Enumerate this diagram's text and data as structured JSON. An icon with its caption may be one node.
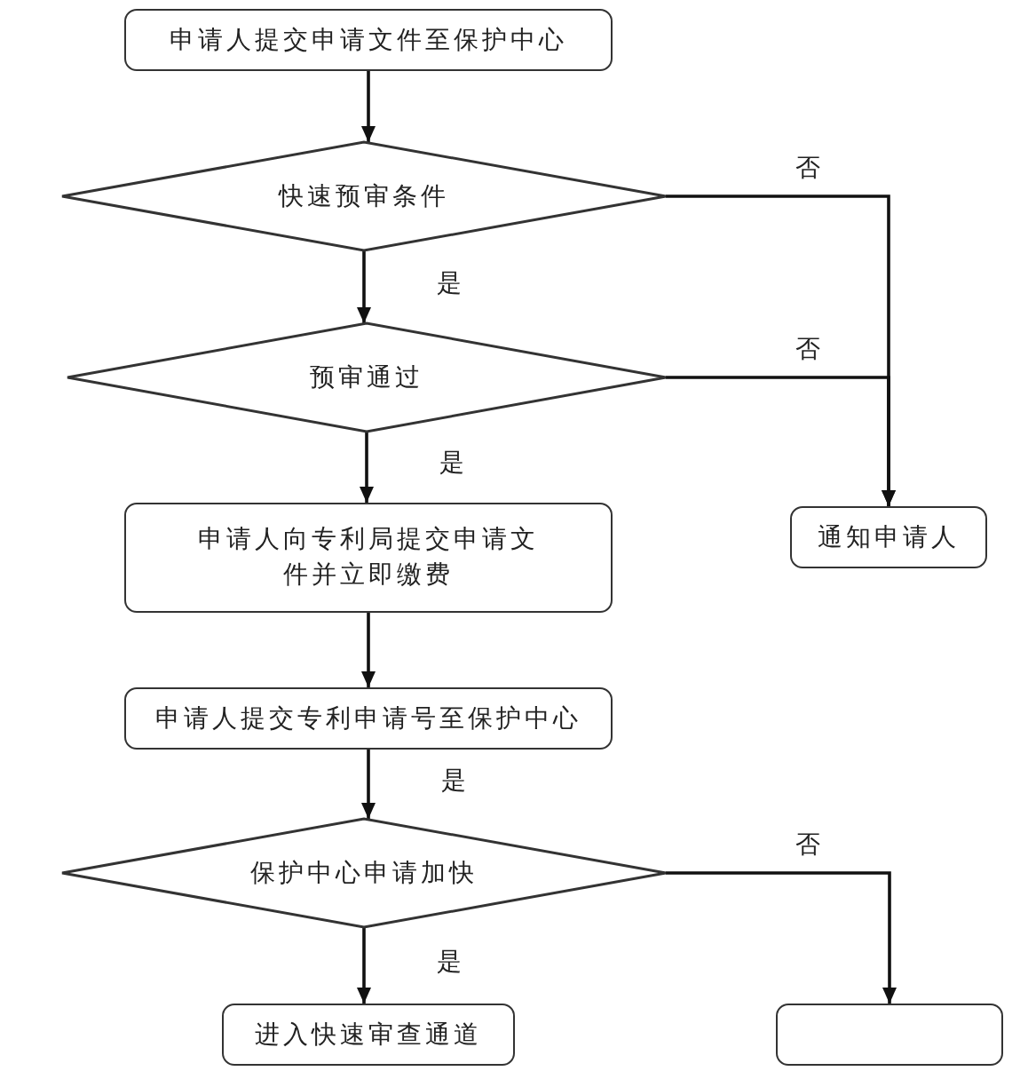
{
  "diagram": {
    "nodes": [
      {
        "text": [
          "申请人提交申请文件至保护中心"
        ]
      },
      {
        "text": [
          "快速预审条件"
        ]
      },
      {
        "text": [
          "预审通过"
        ]
      },
      {
        "text": [
          "申请人向专利局提交申请文件并立即缴费"
        ]
      },
      {
        "text": [
          "通知申请人"
        ]
      },
      {
        "text": [
          "申请人提交专利申请号至保护中心"
        ]
      },
      {
        "text": [
          "保护中心申请加快"
        ]
      },
      {
        "text": [
          "进入快速审查通道"
        ]
      },
      {
        "text": [],
        "shape": "box"
      }
    ],
    "edges": [
      {
        "from": 0,
        "to": 1,
        "arrow": "to"
      },
      {
        "from": 1,
        "to": 2,
        "arrow": "to",
        "label": "是"
      },
      {
        "from": 1,
        "to": 4,
        "arrow": "to",
        "label": "否"
      },
      {
        "from": 2,
        "to": 3,
        "arrow": "to",
        "label": "是"
      },
      {
        "from": 2,
        "to": 4,
        "arrow": "to",
        "label": "否"
      },
      {
        "from": 3,
        "to": 5,
        "arrow": "to"
      },
      {
        "from": 5,
        "to": 6,
        "arrow": "to",
        "label": "是"
      },
      {
        "from": 6,
        "to": 7,
        "arrow": "to",
        "label": "是"
      },
      {
        "from": 6,
        "to": 8,
        "arrow": "to",
        "label": "否"
      }
    ]
  }
}
